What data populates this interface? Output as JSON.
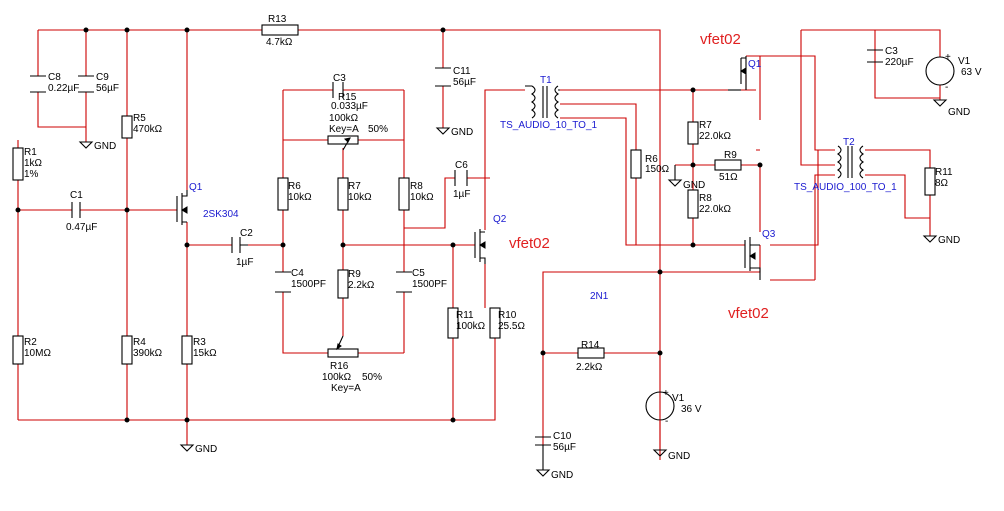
{
  "resistors": [
    {
      "ref": "R13",
      "value": "4.7kΩ"
    },
    {
      "ref": "R1",
      "value": "1kΩ",
      "extra": "1%"
    },
    {
      "ref": "R2",
      "value": "10MΩ"
    },
    {
      "ref": "R5",
      "value": "470kΩ"
    },
    {
      "ref": "R4",
      "value": "390kΩ"
    },
    {
      "ref": "R3",
      "value": "15kΩ"
    },
    {
      "ref": "R6",
      "value": "10kΩ"
    },
    {
      "ref": "R7",
      "value": "10kΩ"
    },
    {
      "ref": "R8",
      "value": "10kΩ"
    },
    {
      "ref": "R9",
      "value": "2.2kΩ"
    },
    {
      "ref": "R11",
      "value": "100kΩ"
    },
    {
      "ref": "R10",
      "value": "25.5Ω"
    },
    {
      "ref": "R14",
      "value": "2.2kΩ"
    },
    {
      "ref": "R6",
      "value": "150Ω"
    },
    {
      "ref": "R7",
      "value": "22.0kΩ"
    },
    {
      "ref": "R8",
      "value": "22.0kΩ"
    },
    {
      "ref": "R9",
      "value": "51Ω"
    },
    {
      "ref": "R11",
      "value": "8Ω"
    }
  ],
  "capacitors": [
    {
      "ref": "C8",
      "value": "0.22µF"
    },
    {
      "ref": "C9",
      "value": "56µF"
    },
    {
      "ref": "C1",
      "value": "0.47µF"
    },
    {
      "ref": "C2",
      "value": "1µF"
    },
    {
      "ref": "C3",
      "value": "0.033µF"
    },
    {
      "ref": "C4",
      "value": "1500PF"
    },
    {
      "ref": "C5",
      "value": "1500PF"
    },
    {
      "ref": "C11",
      "value": "56µF"
    },
    {
      "ref": "C6",
      "value": "1µF"
    },
    {
      "ref": "C10",
      "value": "56µF"
    },
    {
      "ref": "C3",
      "value": "220µF"
    }
  ],
  "potentiometers": [
    {
      "ref": "R15",
      "value": "100kΩ",
      "key": "Key=A",
      "pct": "50%"
    },
    {
      "ref": "R16",
      "value": "100kΩ",
      "pct": "50%",
      "key": "Key=A"
    }
  ],
  "transistors": [
    {
      "ref": "Q1",
      "part": "2SK304"
    },
    {
      "ref": "Q2",
      "part": "vfet02"
    },
    {
      "ref": "Q1",
      "part": "vfet02"
    },
    {
      "ref": "Q3",
      "part": "vfet02"
    },
    {
      "ref": "",
      "part": "2N1"
    }
  ],
  "transformers": [
    {
      "ref": "T1",
      "part": "TS_AUDIO_10_TO_1"
    },
    {
      "ref": "T2",
      "part": "TS_AUDIO_100_TO_1"
    }
  ],
  "sources": [
    {
      "ref": "V1",
      "value": "36 V"
    },
    {
      "ref": "V1",
      "value": "63 V"
    }
  ],
  "ground_label": "GND",
  "polarity": {
    "plus": "+",
    "minus": "-"
  },
  "colors": {
    "wire": "#cc0000",
    "component": "#000000",
    "part_label": "#1a1ad0",
    "model_label": "#e02020",
    "background": "#ffffff"
  }
}
